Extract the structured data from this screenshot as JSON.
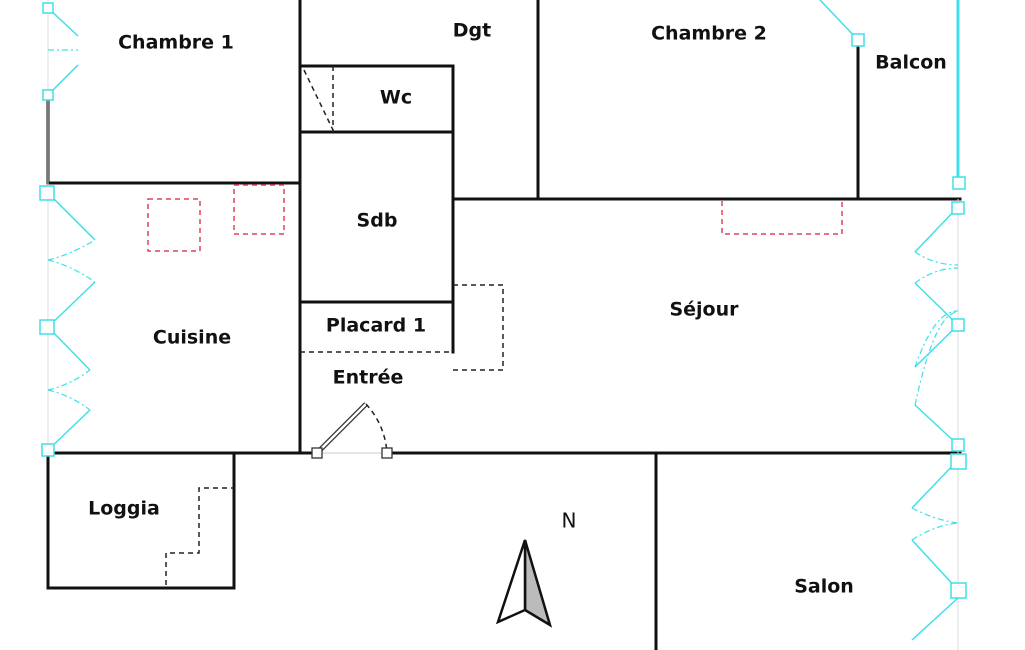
{
  "rooms": {
    "chambre1": "Chambre 1",
    "dgt": "Dgt",
    "chambre2": "Chambre 2",
    "balcon": "Balcon",
    "wc": "Wc",
    "sdb": "Sdb",
    "placard1": "Placard 1",
    "entree": "Entrée",
    "cuisine": "Cuisine",
    "sejour": "Séjour",
    "loggia": "Loggia",
    "salon": "Salon"
  },
  "compass": {
    "label": "N"
  },
  "colors": {
    "wall": "#111111",
    "window": "#3ee0e8",
    "fixture": "#e0405a"
  }
}
